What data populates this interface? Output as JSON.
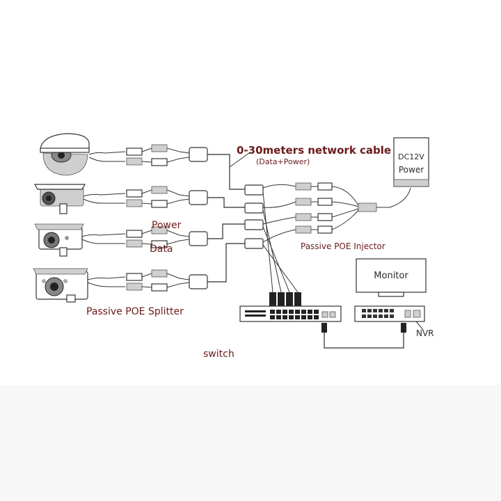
{
  "labels": {
    "cable": "0-30meters network cable",
    "cable_sub": "(Data+Power)",
    "power_supply_line1": "DC12V",
    "power_supply_line2": "Power",
    "power": "Power",
    "data": "Data",
    "injector": "Passive POE Injector",
    "splitter": "Passive POE Splitter",
    "switch": "switch",
    "monitor": "Monitor",
    "nvr": "NVR"
  },
  "colors": {
    "label": "#6b1a1a",
    "line": "#2b2b2b",
    "background": "#ffffff"
  },
  "cameras": [
    {
      "name": "dome-camera-icon"
    },
    {
      "name": "bullet-camera-icon"
    },
    {
      "name": "bullet-camera-icon"
    },
    {
      "name": "bullet-camera-icon"
    }
  ]
}
